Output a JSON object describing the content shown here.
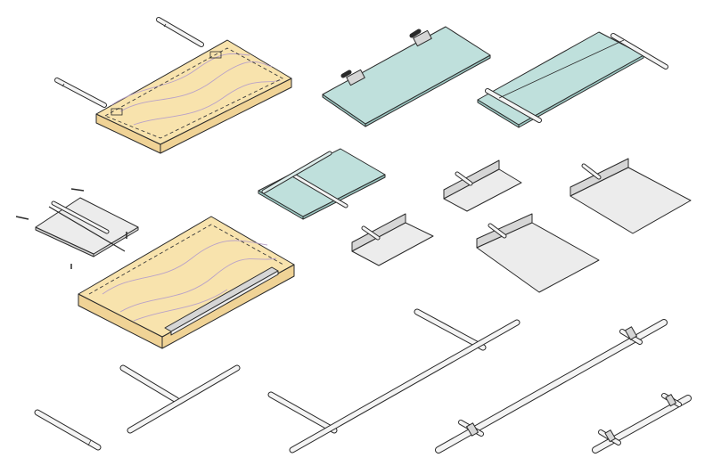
{
  "colors": {
    "wood_top": "#f8e3ad",
    "wood_side": "#f0d396",
    "wood_grain": "#b9a2c8",
    "glass_top": "#bfe0dc",
    "glass_edge": "#9cc8c3",
    "metal_top": "#ececec",
    "metal_side": "#d6d6d6",
    "rod": "#f4f4f4",
    "line": "#2a2a2a",
    "background": "#ffffff"
  },
  "components": [
    {
      "name": "wood-shelf-with-pins",
      "material": "wood"
    },
    {
      "name": "glass-shelf-clamp-brackets",
      "material": "glass"
    },
    {
      "name": "glass-shelf-rod-support",
      "material": "glass"
    },
    {
      "name": "metal-plate-with-screws",
      "material": "metal"
    },
    {
      "name": "glass-shelf-t-support",
      "material": "glass"
    },
    {
      "name": "metal-shelf-small-a",
      "material": "metal"
    },
    {
      "name": "metal-shelf-small-b",
      "material": "metal"
    },
    {
      "name": "metal-shelf-large-a",
      "material": "metal"
    },
    {
      "name": "metal-shelf-large-b",
      "material": "metal"
    },
    {
      "name": "wood-shelf-hidden-bracket",
      "material": "wood"
    },
    {
      "name": "rod-single",
      "material": "metal"
    },
    {
      "name": "t-bracket-short",
      "material": "metal"
    },
    {
      "name": "t-bracket-long",
      "material": "metal"
    },
    {
      "name": "rail-with-clips",
      "material": "metal"
    },
    {
      "name": "rail-short-with-clips",
      "material": "metal"
    }
  ]
}
